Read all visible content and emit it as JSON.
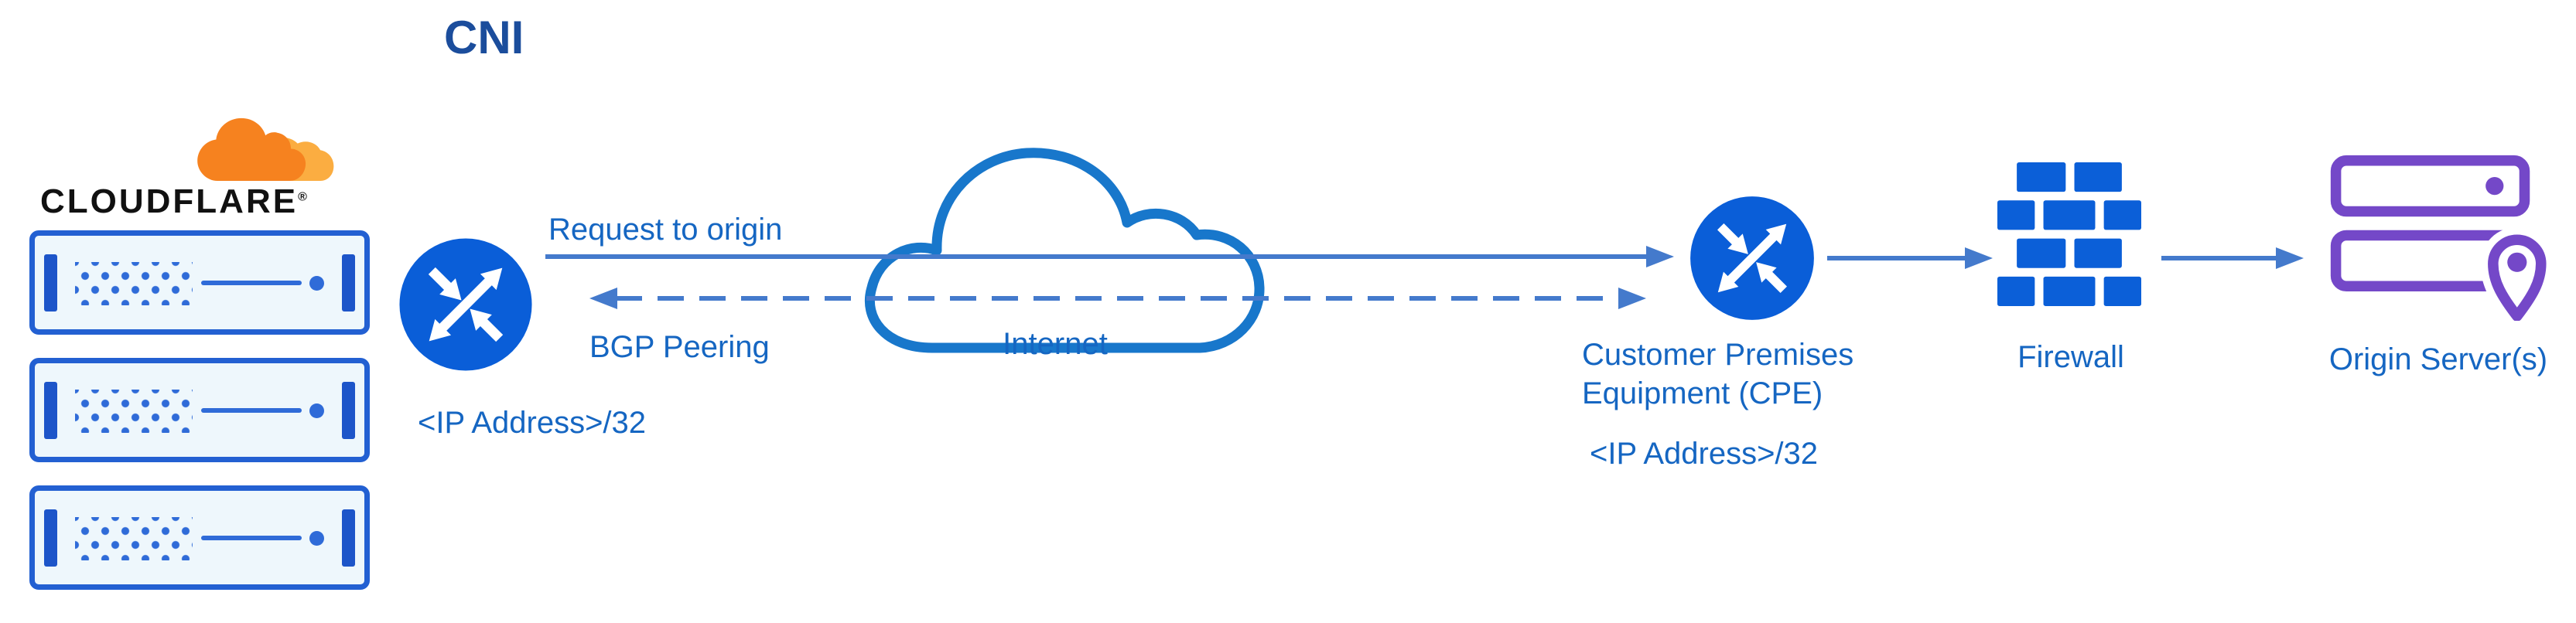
{
  "title": "CNI",
  "brand": {
    "wordmark": "CLOUDFLARE",
    "registered": "®"
  },
  "nodes": {
    "cloudflare_edge": {
      "icon": "server-rack-icon",
      "rack_count": 3
    },
    "cloudflare_router": {
      "icon": "router-crossed-arrows-icon",
      "ip_label": "<IP Address>/32"
    },
    "internet": {
      "icon": "cloud-icon",
      "label": "Internet"
    },
    "cpe": {
      "icon": "router-crossed-arrows-icon",
      "name": "Customer Premises Equipment (CPE)",
      "ip_label": "<IP Address>/32"
    },
    "firewall": {
      "icon": "brick-wall-icon",
      "label": "Firewall"
    },
    "origin": {
      "icon": "server-location-pin-icon",
      "label": "Origin Server(s)"
    }
  },
  "edges": {
    "request_to_origin": {
      "label": "Request to origin",
      "style": "solid",
      "direction": "cloudflare-to-cpe"
    },
    "bgp_peering": {
      "label": "BGP Peering",
      "style": "dashed",
      "direction": "bidirectional"
    },
    "cpe_to_firewall": {
      "style": "solid"
    },
    "firewall_to_origin": {
      "style": "solid"
    }
  },
  "colors": {
    "icon_blue": "#0a5ed8",
    "rack_blue": "#2360d2",
    "label_blue": "#1566c2",
    "title_blue": "#1b4d9c",
    "connector_blue": "#447acc",
    "cloud_blue": "#1877cb",
    "origin_purple": "#7448c8",
    "cf_orange": "#F6821F",
    "cf_orange_light": "#FBAD41"
  }
}
